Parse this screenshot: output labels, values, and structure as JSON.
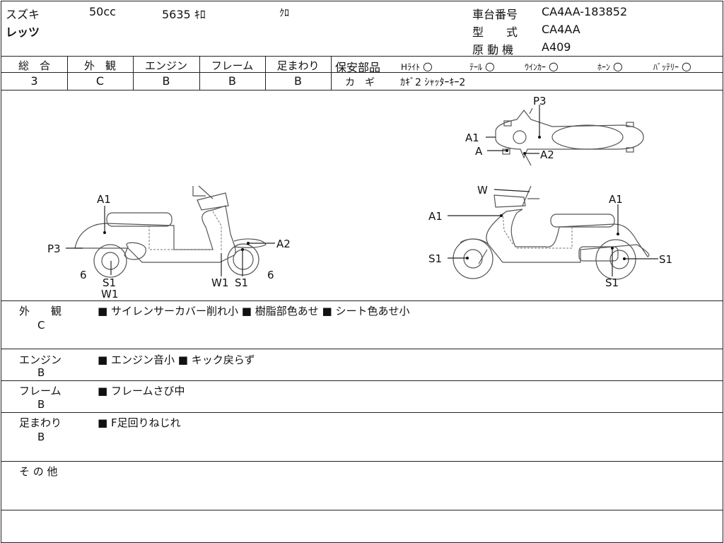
{
  "header": {
    "maker": "スズキ",
    "displacement": "50cc",
    "mileage": "5635 ｷﾛ",
    "color": "ｸﾛ",
    "model_name": "レッツ",
    "frame_no_label": "車台番号",
    "frame_no": "CA4AA-183852",
    "type_label": "型　　式",
    "type": "CA4AA",
    "engine_label": "原 動 機",
    "engine": "A409"
  },
  "grades": [
    {
      "label": "総　合",
      "value": "3"
    },
    {
      "label": "外　観",
      "value": "C"
    },
    {
      "label": "エンジン",
      "value": "B"
    },
    {
      "label": "フレーム",
      "value": "B"
    },
    {
      "label": "足まわり",
      "value": "B"
    }
  ],
  "safety": {
    "label": "保安部品",
    "items": [
      {
        "name": "Hﾗｲﾄ",
        "mark": "○"
      },
      {
        "name": "ﾃｰﾙ",
        "mark": "○"
      },
      {
        "name": "ｳｲﾝｶｰ",
        "mark": "○"
      },
      {
        "name": "ﾎｰﾝ",
        "mark": "○"
      },
      {
        "name": "ﾊﾞｯﾃﾘｰ",
        "mark": "○"
      }
    ],
    "key_label": "カ　ギ",
    "key_value": "ｶｷﾞ2 ｼｬｯﾀｰｷｰ2"
  },
  "diagram_labels": {
    "left": {
      "a1": "A1",
      "p3": "P3",
      "six_rear": "6",
      "s1_rear": "S1",
      "w1_rear": "W1",
      "w1_mid": "W1",
      "s1_front": "S1",
      "a2": "A2",
      "six_front": "6"
    },
    "top": {
      "p3": "P3",
      "a1": "A1",
      "a": "A",
      "a2": "A2"
    },
    "right": {
      "w": "W",
      "a1_front": "A1",
      "a1_rear": "A1",
      "s1_front": "S1",
      "s1_rear": "S1",
      "s1_bottom": "S1"
    }
  },
  "remarks": [
    {
      "label": "外　　観",
      "grade": "C",
      "items": [
        "サイレンサーカバー削れ小",
        "樹脂部色あせ",
        "シート色あせ小"
      ]
    },
    {
      "label": "エンジン",
      "grade": "B",
      "items": [
        "エンジン音小",
        "キック戻らず"
      ]
    },
    {
      "label": "フレーム",
      "grade": "B",
      "items": [
        "フレームさび中"
      ]
    },
    {
      "label": "足まわり",
      "grade": "B",
      "items": [
        "F足回りねじれ"
      ]
    },
    {
      "label": "そ の 他",
      "grade": "",
      "items": []
    }
  ],
  "bullet": "■"
}
